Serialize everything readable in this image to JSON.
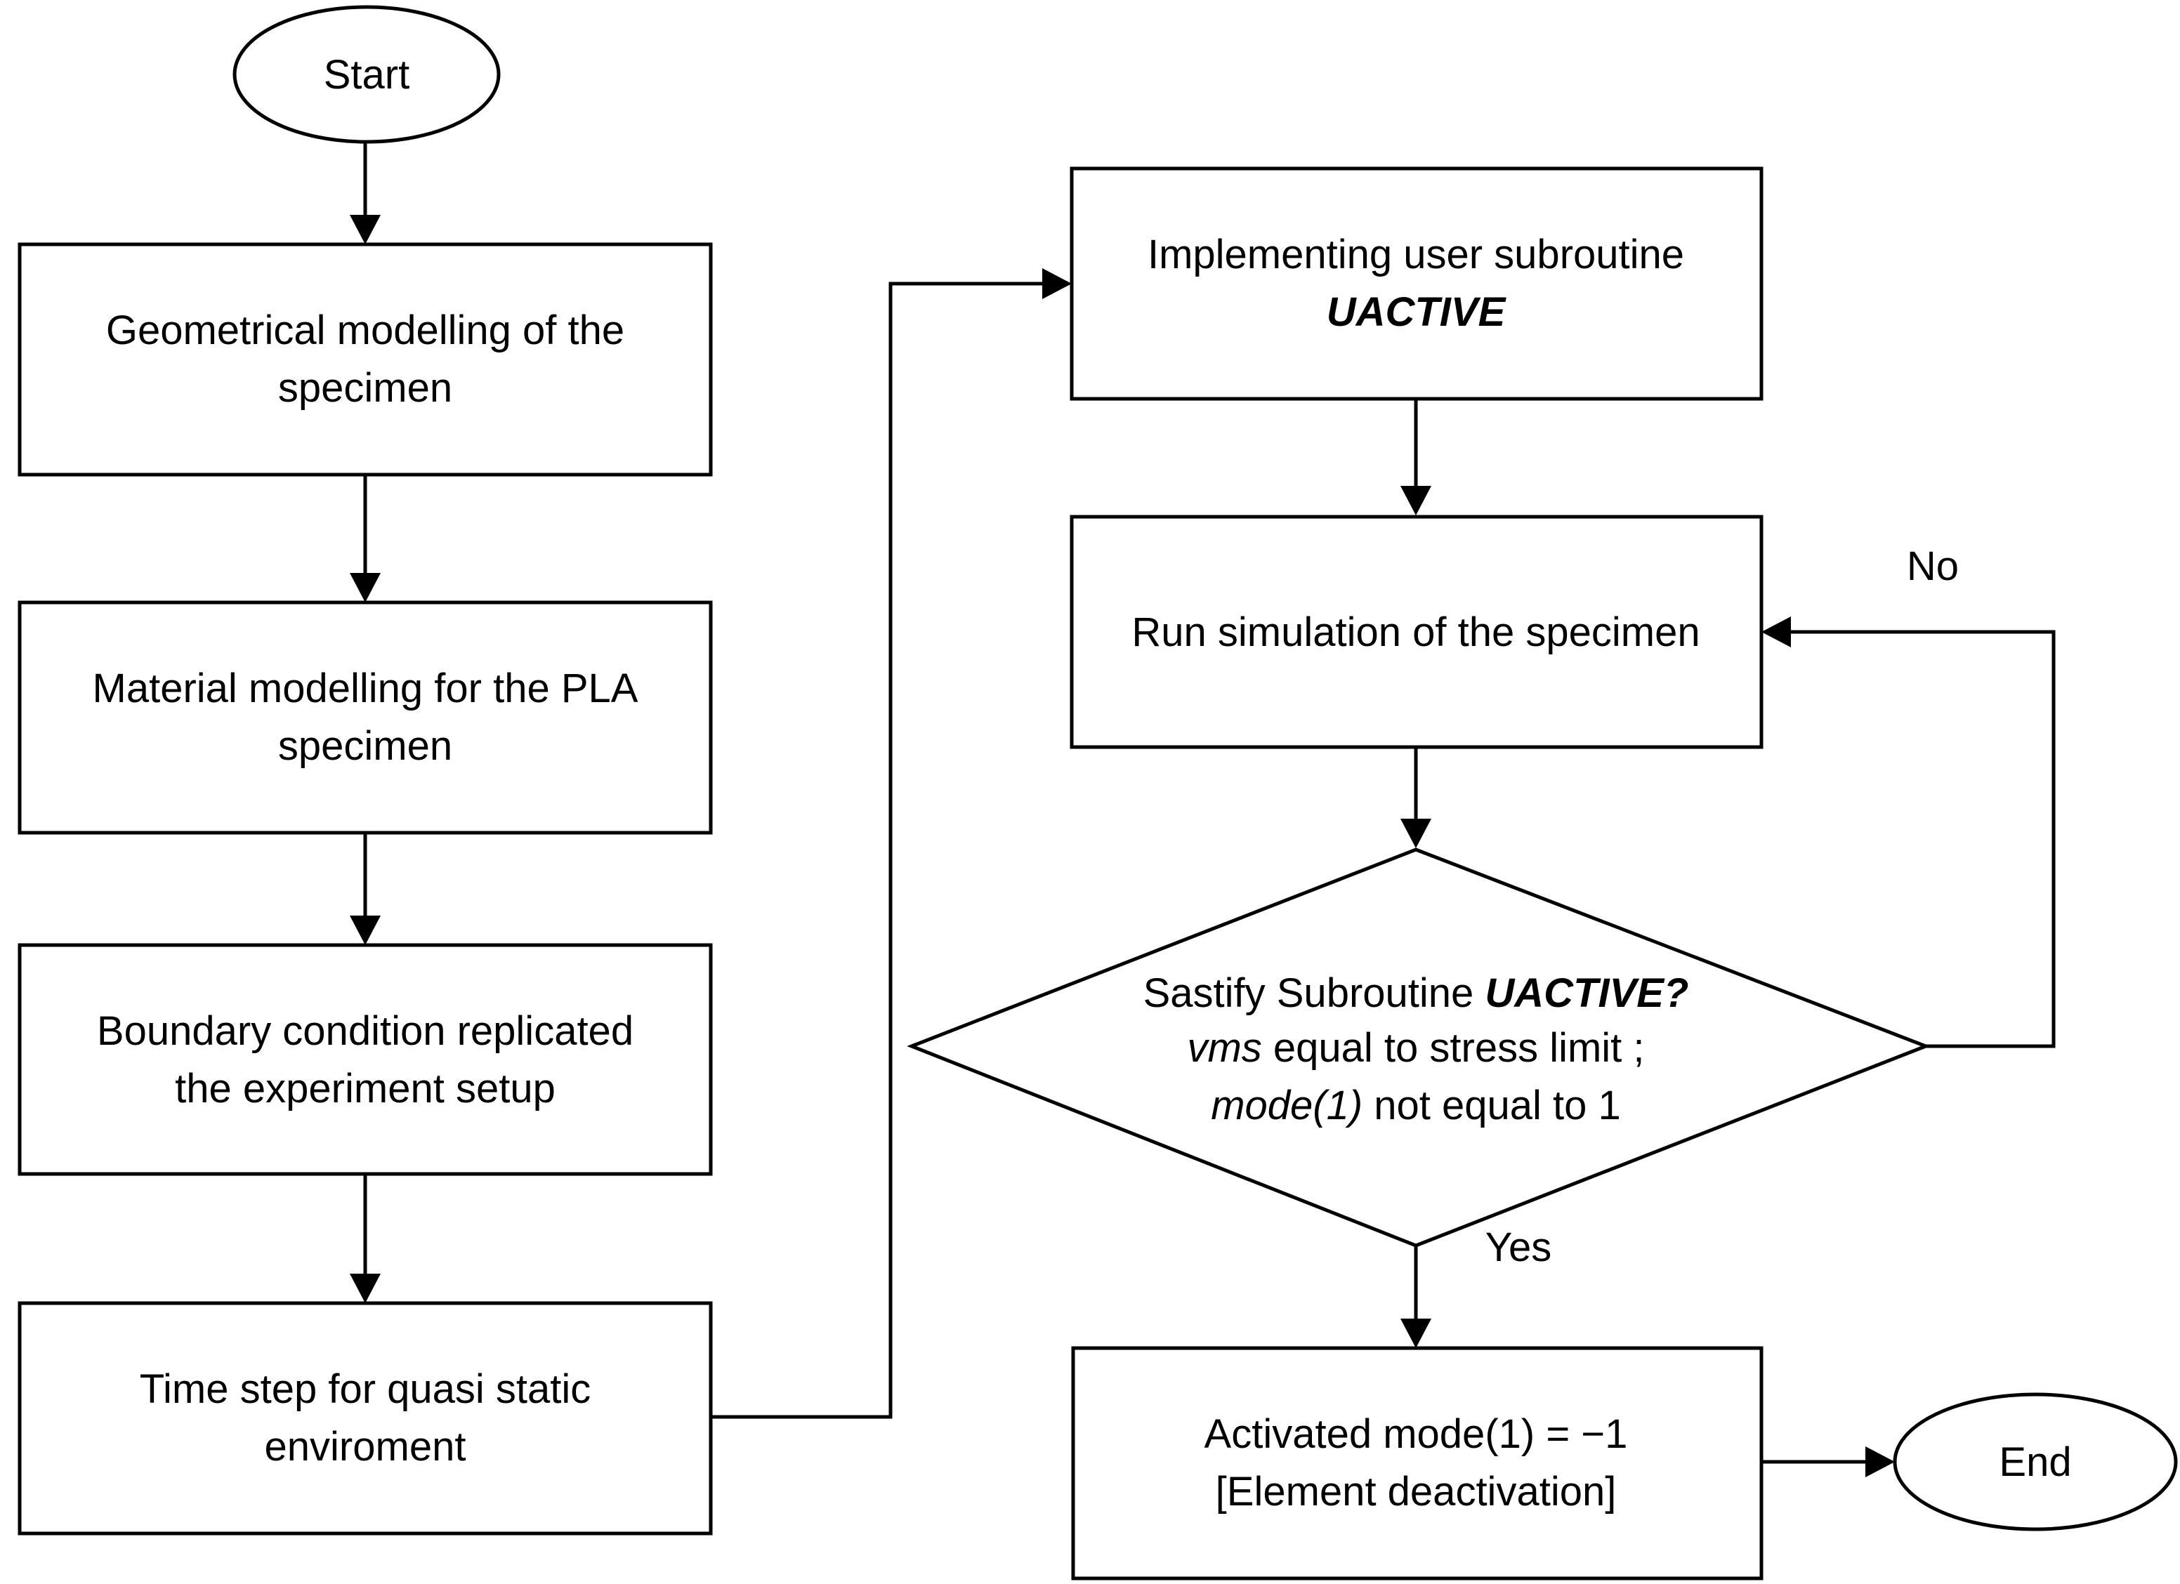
{
  "nodes": {
    "start": "Start",
    "geom": [
      "Geometrical modelling of the",
      "specimen"
    ],
    "material": [
      "Material modelling for the PLA",
      "specimen"
    ],
    "boundary": [
      "Boundary condition replicated",
      "the experiment setup"
    ],
    "timestep": [
      "Time step for quasi static",
      "enviroment"
    ],
    "implement": {
      "line1": "Implementing user subroutine",
      "line2": "UACTIVE"
    },
    "run": "Run simulation of the specimen",
    "decision": {
      "l1a": "Sastify Subroutine ",
      "l1b": "UACTIVE?",
      "l2a": "vms",
      "l2b": " equal to stress limit ;",
      "l3a": "mode(1)",
      "l3b": " not equal to 1"
    },
    "activated": [
      "Activated mode(1) = −1",
      "[Element deactivation]"
    ],
    "end": "End"
  },
  "edge_labels": {
    "no": "No",
    "yes": "Yes"
  }
}
